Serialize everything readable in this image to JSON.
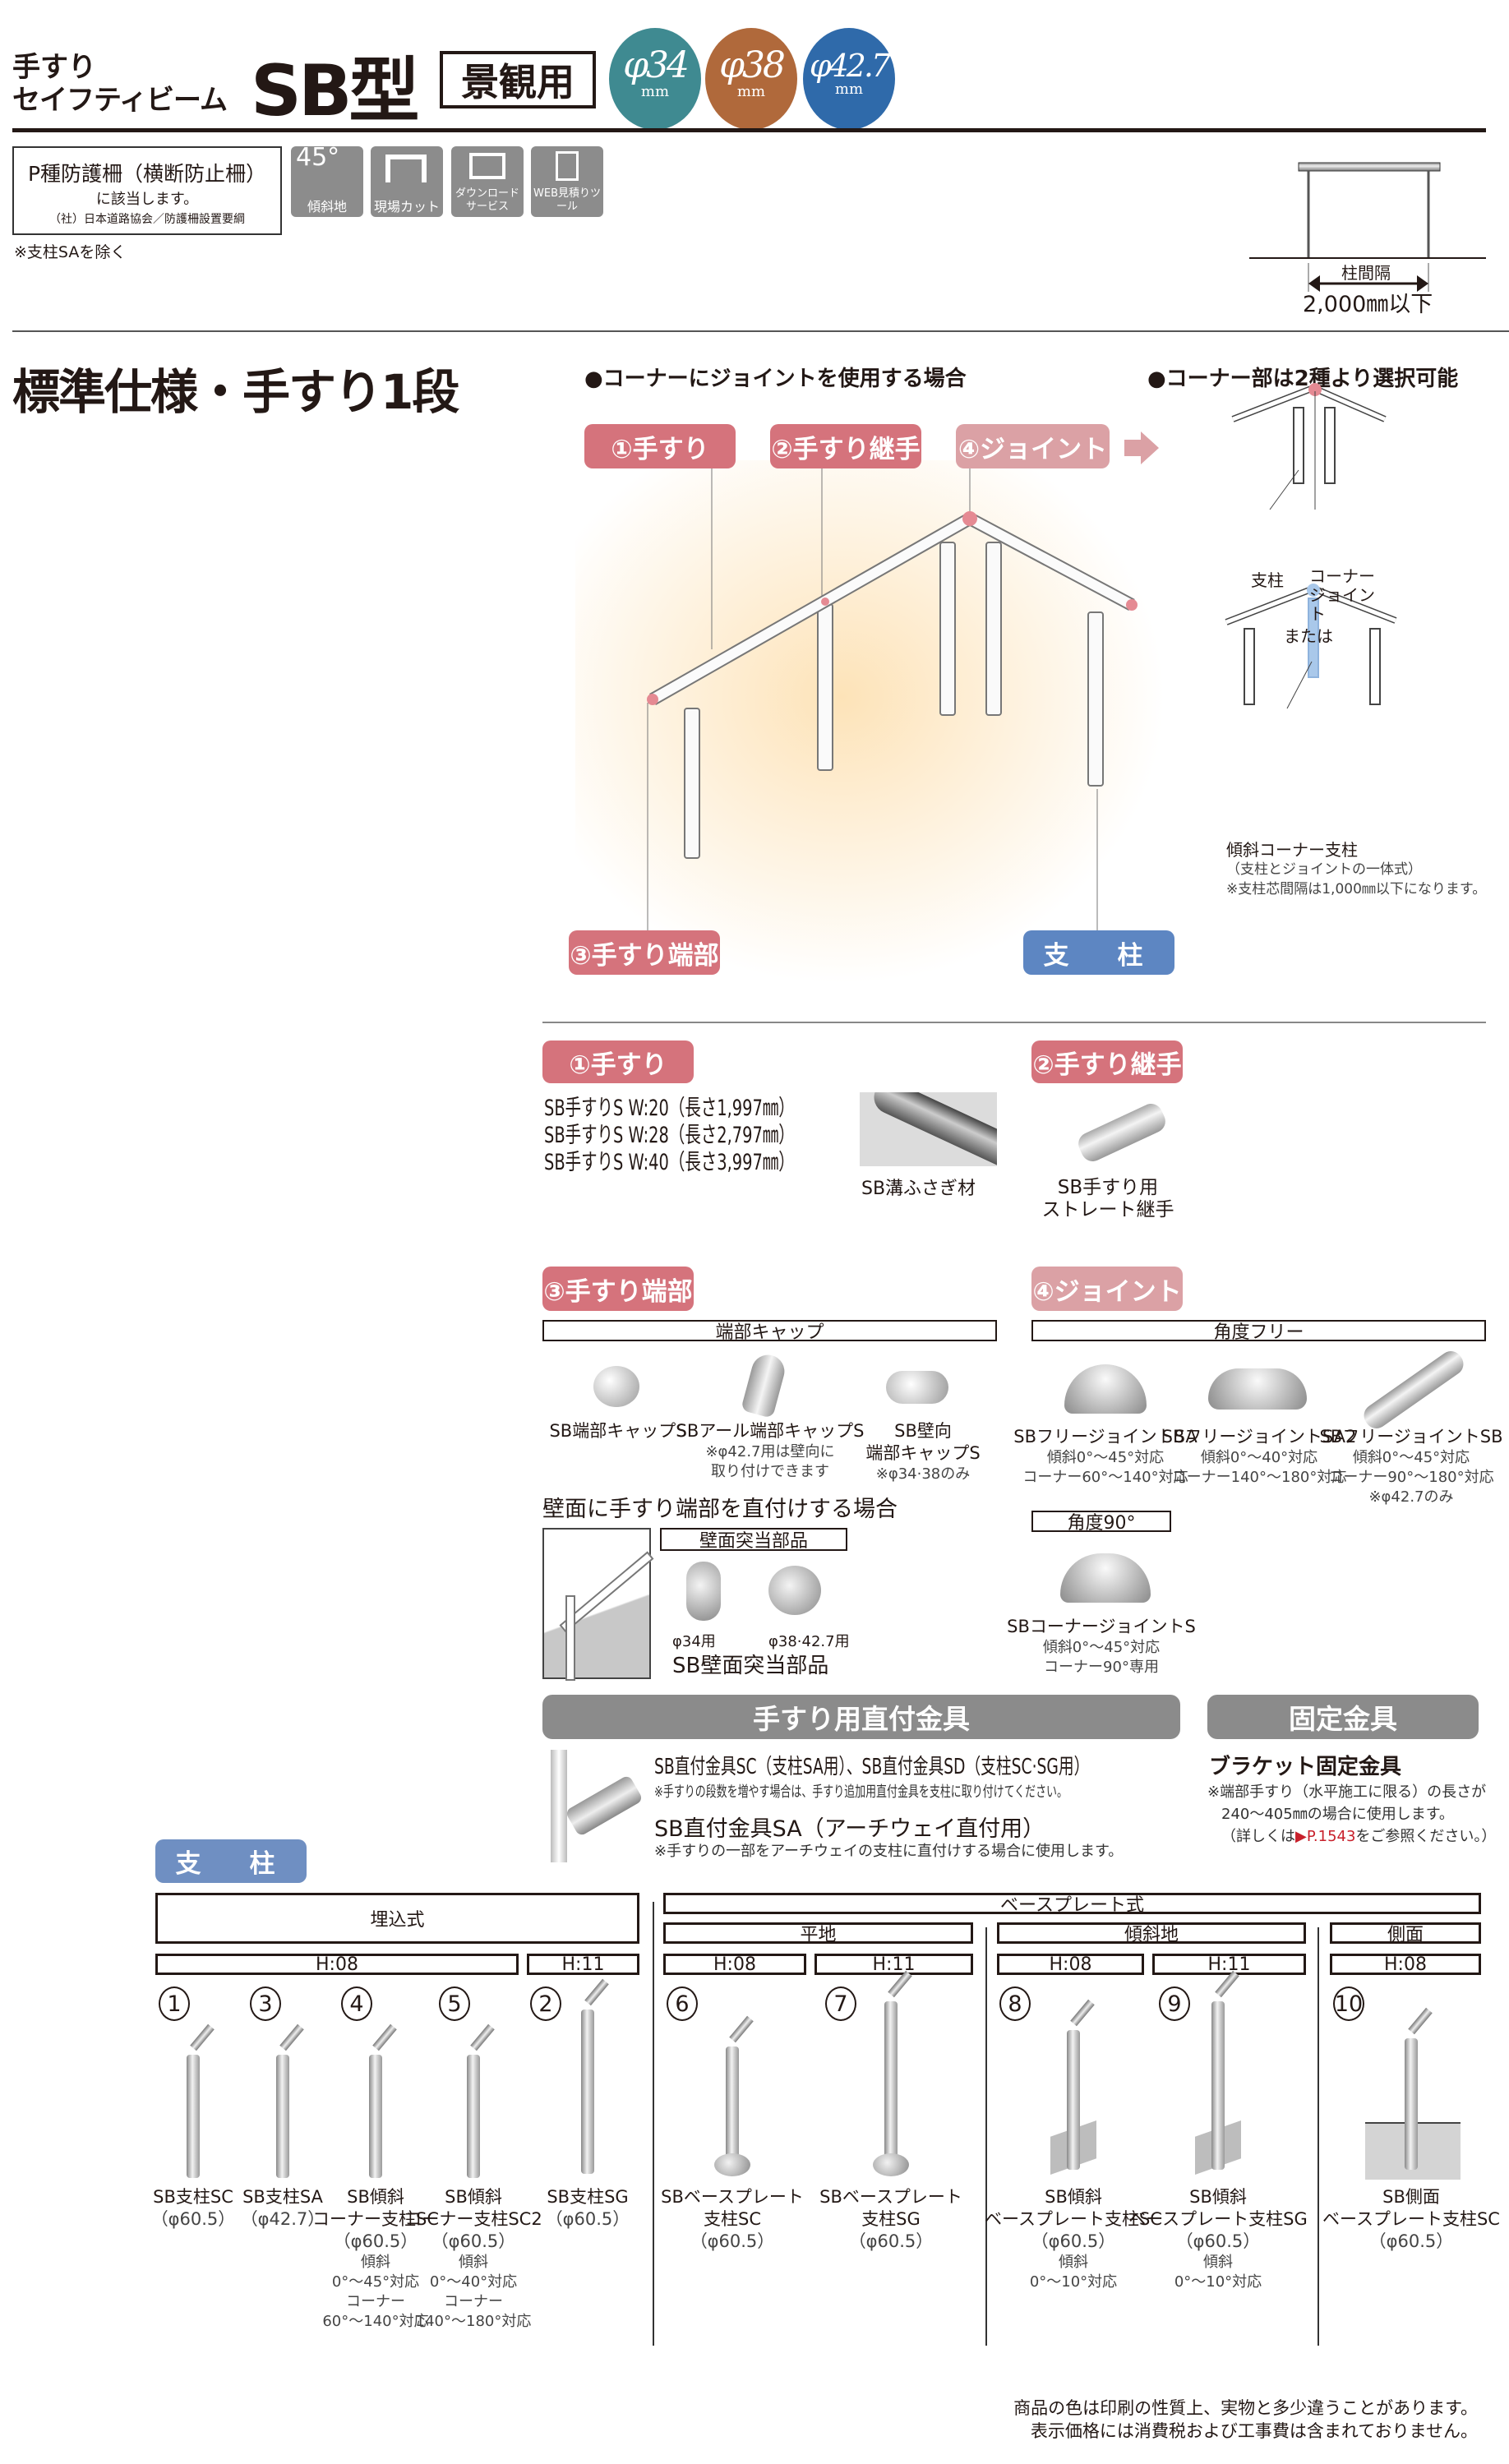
{
  "header": {
    "title_line1": "手すり",
    "title_line2": "セイフティビーム",
    "model": "SB型",
    "category": "景観用",
    "diameters": [
      {
        "value": "φ34",
        "unit": "mm",
        "color": "#3f8a91"
      },
      {
        "value": "φ38",
        "unit": "mm",
        "color": "#b0693b"
      },
      {
        "value": "φ42.7",
        "unit": "mm",
        "color": "#2f6aaa"
      }
    ]
  },
  "spec_box": {
    "line1": "P種防護柵（横断防止柵）",
    "line2": "に該当します。",
    "line3": "（社）日本道路協会／防護柵設置要綱",
    "note": "※支柱SAを除く"
  },
  "feature_icons": [
    {
      "top": "45°",
      "label": "傾斜地"
    },
    {
      "top": "",
      "label": "現場カット"
    },
    {
      "top": "",
      "label": "ダウンロードサービス"
    },
    {
      "top": "",
      "label": "WEB見積りツール"
    }
  ],
  "span_diagram": {
    "label": "柱間隔",
    "value": "2,000㎜以下"
  },
  "section_title": "標準仕様・手すり1段",
  "main_diagram": {
    "caption": "●コーナーにジョイントを使用する場合",
    "labels": [
      "①手すり",
      "②手すり継手",
      "④ジョイント",
      "③手すり端部",
      "支　柱"
    ]
  },
  "corner_diagram": {
    "caption": "●コーナー部は2種より選択可能",
    "post": "支柱",
    "joint": "コーナージョイント",
    "or": "または",
    "corner_post": "傾斜コーナー支柱",
    "note1": "（支柱とジョイントの一体式）",
    "note2": "※支柱芯間隔は1,000㎜以下になります。"
  },
  "handrail": {
    "label": "①手すり",
    "items": [
      "SB手すりS W:20（長さ1,997㎜）",
      "SB手すりS W:28（長さ2,797㎜）",
      "SB手すりS W:40（長さ3,997㎜）"
    ],
    "groove": "SB溝ふさぎ材"
  },
  "joint_connector": {
    "label": "②手すり継手",
    "name1": "SB手すり用",
    "name2": "ストレート継手"
  },
  "end": {
    "label": "③手すり端部",
    "header": "端部キャップ",
    "items": [
      {
        "name": "SB端部キャップS",
        "notes": []
      },
      {
        "name": "SBアール端部キャップS",
        "notes": [
          "※φ42.7用は壁向に",
          "取り付けできます"
        ]
      },
      {
        "name": "SB壁向",
        "name2": "端部キャップS",
        "notes": [
          "※φ34·38のみ"
        ]
      }
    ],
    "wall_title": "壁面に手すり端部を直付けする場合",
    "wall_header": "壁面突当部品",
    "wall_a": "φ34用",
    "wall_b": "φ38·42.7用",
    "wall_name": "SB壁面突当部品"
  },
  "joint": {
    "label": "④ジョイント",
    "header_free": "角度フリー",
    "items": [
      {
        "name": "SBフリージョイントSA",
        "notes": [
          "傾斜0°～45°対応",
          "コーナー60°～140°対応"
        ]
      },
      {
        "name": "SBフリージョイントSA2",
        "notes": [
          "傾斜0°～40°対応",
          "コーナー140°～180°対応"
        ]
      },
      {
        "name": "SBフリージョイントSB",
        "notes": [
          "傾斜0°～45°対応",
          "コーナー90°～180°対応",
          "※φ42.7のみ"
        ]
      }
    ],
    "header_90": "角度90°",
    "corner": {
      "name": "SBコーナージョイントS",
      "notes": [
        "傾斜0°～45°対応",
        "コーナー90°専用"
      ]
    }
  },
  "direct_fittings": {
    "title": "手すり用直付金具",
    "h1": "SB直付金具SC（支柱SA用）、SB直付金具SD（支柱SC·SG用）",
    "n1": "※手すりの段数を増やす場合は、手すり追加用直付金具を支柱に取り付けてください。",
    "h2": "SB直付金具SA（アーチウェイ直付用）",
    "n2": "※手すりの一部をアーチウェイの支柱に直付けする場合に使用します。"
  },
  "fixing": {
    "title": "固定金具",
    "h1": "ブラケット固定金具",
    "n1": "※端部手すり（水平施工に限る）の長さが",
    "n2": "240～405㎜の場合に使用します。",
    "n3a": "（詳しくは",
    "link": "▶P.1543",
    "n3b": "をご参照ください。）"
  },
  "posts_section": {
    "label": "支　柱",
    "embedded": "埋込式",
    "baseplate": "ベースプレート式",
    "flat": "平地",
    "slope": "傾斜地",
    "side": "側面",
    "h08": "H:08",
    "h11": "H:11",
    "posts": [
      {
        "no": "1",
        "lines": [
          "SB支柱SC"
        ],
        "sub": [
          "（φ60.5）"
        ]
      },
      {
        "no": "3",
        "lines": [
          "SB支柱SA"
        ],
        "sub": [
          "（φ42.7）"
        ]
      },
      {
        "no": "4",
        "lines": [
          "SB傾斜",
          "コーナー支柱SC"
        ],
        "sub": [
          "（φ60.5）",
          "傾斜",
          "0°～45°対応",
          "コーナー",
          "60°～140°対応"
        ]
      },
      {
        "no": "5",
        "lines": [
          "SB傾斜",
          "コーナー支柱SC2"
        ],
        "sub": [
          "（φ60.5）",
          "傾斜",
          "0°～40°対応",
          "コーナー",
          "140°～180°対応"
        ]
      },
      {
        "no": "2",
        "lines": [
          "SB支柱SG"
        ],
        "sub": [
          "（φ60.5）"
        ]
      },
      {
        "no": "6",
        "lines": [
          "SBベースプレート",
          "支柱SC"
        ],
        "sub": [
          "（φ60.5）"
        ]
      },
      {
        "no": "7",
        "lines": [
          "SBベースプレート",
          "支柱SG"
        ],
        "sub": [
          "（φ60.5）"
        ]
      },
      {
        "no": "8",
        "lines": [
          "SB傾斜",
          "ベースプレート支柱SC"
        ],
        "sub": [
          "（φ60.5）",
          "傾斜",
          "0°～10°対応"
        ]
      },
      {
        "no": "9",
        "lines": [
          "SB傾斜",
          "ベースプレート支柱SG"
        ],
        "sub": [
          "（φ60.5）",
          "傾斜",
          "0°～10°対応"
        ]
      },
      {
        "no": "10",
        "lines": [
          "SB側面",
          "ベースプレート支柱SC"
        ],
        "sub": [
          "（φ60.5）"
        ]
      }
    ]
  },
  "footer": {
    "line1": "商品の色は印刷の性質上、実物と多少違うことがあります。",
    "line2": "表示価格には消費税および工事費は含まれておりません。"
  }
}
